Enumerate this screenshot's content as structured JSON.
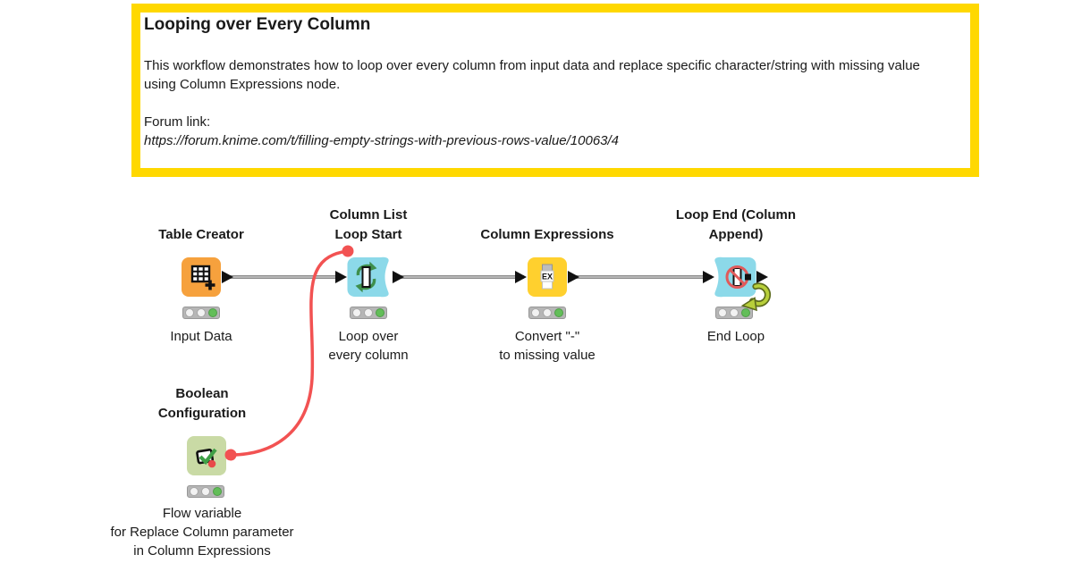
{
  "annotation": {
    "title": "Looping over Every Column",
    "body": "This workflow demonstrates how to loop over every column from input data and replace specific character/string with missing value using Column Expressions node.",
    "forum_label": "Forum link:",
    "forum_url": "https://forum.knime.com/t/filling-empty-strings-with-previous-rows-value/10063/4",
    "border_color": "#FFD800"
  },
  "workflow": {
    "nodes": [
      {
        "name": "Table Creator",
        "description": "Input Data",
        "color": "#F6A13D",
        "icon": "table-create-icon",
        "status": "executed"
      },
      {
        "name": "Column List\nLoop Start",
        "description": "Loop over\nevery column",
        "color": "#8CD9E9",
        "icon": "loop-start-icon",
        "status": "executed"
      },
      {
        "name": "Column Expressions",
        "description": "Convert \"-\"\nto missing value",
        "color": "#FFD02E",
        "icon": "column-expressions-icon",
        "status": "executed"
      },
      {
        "name": "Loop End (Column\nAppend)",
        "description": "End Loop",
        "color": "#8CD9E9",
        "icon": "loop-end-icon",
        "status": "executed"
      },
      {
        "name": "Boolean\nConfiguration",
        "description": "Flow variable\nfor Replace Column parameter\nin Column Expressions",
        "color": "#C9DAA5",
        "icon": "boolean-configuration-icon",
        "status": "executed"
      }
    ],
    "icon_text": {
      "expressions": "EX"
    },
    "colors": {
      "connection": "#8a8a8a",
      "flow_variable": "#F25252",
      "status_green": "#63BE59",
      "loop_arrow": "#B8CF3A"
    }
  }
}
